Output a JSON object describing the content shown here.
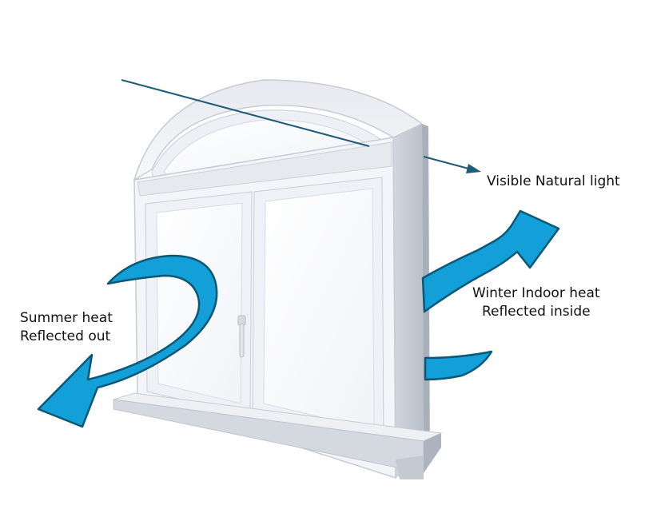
{
  "labels": {
    "visible_light": "Visible Natural light",
    "winter_line1": "Winter Indoor heat",
    "winter_line2": "Reflected inside",
    "summer_line1": "Summer heat",
    "summer_line2": "Reflected out"
  },
  "colors": {
    "arrow_fill": "#139fd8",
    "arrow_stroke": "#0a5876",
    "light_ray": "#1f5a78",
    "frame": "#f4f6fa",
    "frame_shadow": "#c5cbd6",
    "glass": "#fbfcfd"
  },
  "icons": {
    "summer_arrow": "curved-arrow-out-icon",
    "winter_arrow": "curved-arrow-in-icon",
    "light_ray": "straight-arrow-icon"
  }
}
